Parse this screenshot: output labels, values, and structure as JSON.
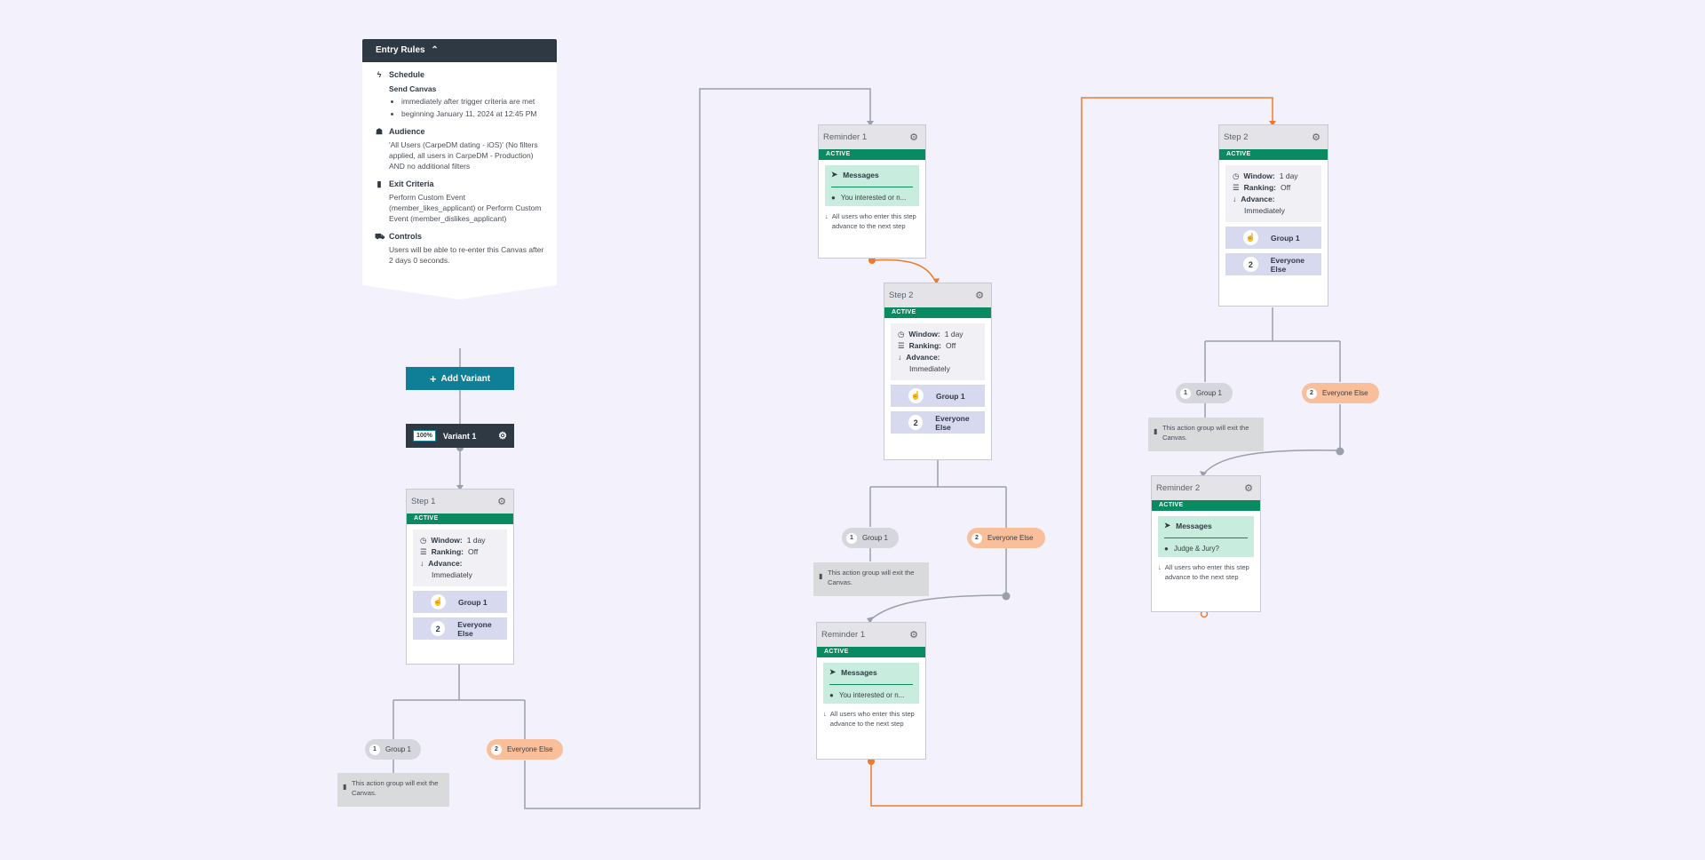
{
  "entry": {
    "header": "Entry Rules",
    "schedule": {
      "title": "Schedule",
      "sub": "Send Canvas",
      "bullets": [
        "immediately after trigger criteria are met",
        "beginning January 11, 2024 at 12:45 PM"
      ]
    },
    "audience": {
      "title": "Audience",
      "text": "'All Users (CarpeDM dating - iOS)' (No filters applied, all users in CarpeDM - Production) AND no additional filters"
    },
    "exit": {
      "title": "Exit Criteria",
      "text": "Perform Custom Event (member_likes_applicant) or Perform Custom Event (member_dislikes_applicant)"
    },
    "controls": {
      "title": "Controls",
      "text": "Users will be able to re-enter this Canvas after 2 days 0 seconds."
    }
  },
  "add_variant": {
    "icon": "+",
    "label": "Add Variant"
  },
  "variant": {
    "percent": "100%",
    "label": "Variant 1"
  },
  "common": {
    "active": "ACTIVE",
    "window_label": "Window:",
    "window_value": "1 day",
    "ranking_label": "Ranking:",
    "ranking_value": "Off",
    "advance_label": "Advance:",
    "advance_value": "Immediately",
    "group1": "Group 1",
    "everyone_else": "Everyone Else",
    "n1": "1",
    "n2": "2",
    "exit_group": "This action group will exit the Canvas.",
    "messages": "Messages",
    "advance_text": "All users who enter this step advance to the next step"
  },
  "steps": {
    "step1": {
      "title": "Step 1"
    },
    "step2a": {
      "title": "Step 2"
    },
    "step2b": {
      "title": "Step 2"
    }
  },
  "reminders": {
    "r1a": {
      "title": "Reminder 1",
      "message": "You interested or n..."
    },
    "r1b": {
      "title": "Reminder 1",
      "message": "You interested or n..."
    },
    "r2": {
      "title": "Reminder 2",
      "message": "Judge & Jury?"
    }
  },
  "colors": {
    "accent_teal": "#0e7f96",
    "active_green": "#0a8a60",
    "orange_path": "#ee7a2e",
    "dark_header": "#2f3944"
  }
}
